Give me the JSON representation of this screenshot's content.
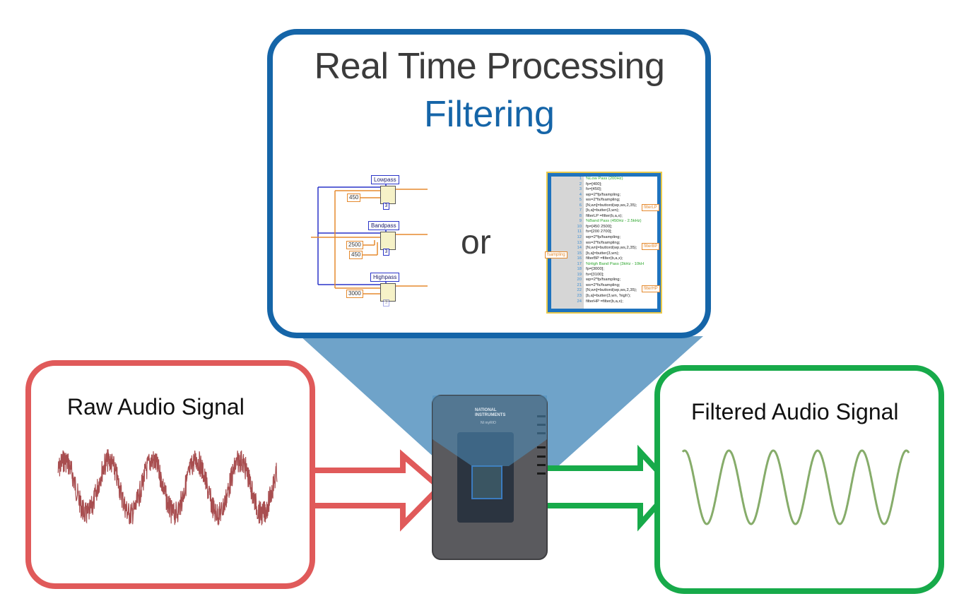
{
  "header": {
    "title": "Real Time Processing",
    "subtitle": "Filtering"
  },
  "colors": {
    "processing_border": "#1565a8",
    "projection_fill": "#4f8fbd",
    "raw_border": "#e05a5a",
    "raw_wave": "#a84e50",
    "filtered_border": "#17aa4a",
    "filtered_wave": "#86ac6a",
    "device_body": "#555558"
  },
  "separator_text": "or",
  "labview_diagram": {
    "filters": [
      {
        "type_label": "Lowpass",
        "constants": [
          "450"
        ],
        "order": "3"
      },
      {
        "type_label": "Bandpass",
        "constants": [
          "2500",
          "450"
        ],
        "order": "3"
      },
      {
        "type_label": "Highpass",
        "constants": [
          "3000"
        ],
        "order": "3"
      }
    ]
  },
  "code_block": {
    "line_numbers": [
      "1",
      "2",
      "3",
      "4",
      "5",
      "6",
      "7",
      "8",
      "9",
      "10",
      "11",
      "12",
      "13",
      "14",
      "15",
      "16",
      "17",
      "18",
      "19",
      "20",
      "21",
      "22",
      "23",
      "24"
    ],
    "lines": [
      {
        "text": "%Low Pass (200Hz)",
        "comment": true
      },
      {
        "text": "fp=[400];",
        "comment": false
      },
      {
        "text": "fs=[450];",
        "comment": false
      },
      {
        "text": "wp=2*fp/fsampling;",
        "comment": false
      },
      {
        "text": "ws=2*fs/fsampling;",
        "comment": false
      },
      {
        "text": "[N,wn]=buttord(wp,ws,2,35);",
        "comment": false
      },
      {
        "text": "[b,a]=butter(3,wn);",
        "comment": false
      },
      {
        "text": "filterLP =filter(b,a,x);",
        "comment": false
      },
      {
        "text": "%Band Pass (450Hz - 2.5kHz)",
        "comment": true
      },
      {
        "text": "fp=[450 2500];",
        "comment": false
      },
      {
        "text": "fs=[200 2700];",
        "comment": false
      },
      {
        "text": "wp=2*fp/fsampling;",
        "comment": false
      },
      {
        "text": "ws=2*fs/fsampling;",
        "comment": false
      },
      {
        "text": "[N,wn]=buttord(wp,ws,2,35);",
        "comment": false
      },
      {
        "text": "[b,a]=butter(3,wn);",
        "comment": false
      },
      {
        "text": "filterBP =filter(b,a,x);",
        "comment": false
      },
      {
        "text": "%High Band Pass (3kHz - 10kH",
        "comment": true
      },
      {
        "text": "fp=[3000];",
        "comment": false
      },
      {
        "text": "fs=[3100];",
        "comment": false
      },
      {
        "text": "wp=2*fp/fsampling;",
        "comment": false
      },
      {
        "text": "ws=2*fs/fsampling;",
        "comment": false
      },
      {
        "text": "[N,wn]=buttord(wp,ws,2,35);",
        "comment": false
      },
      {
        "text": "[b,a]=butter(3,wn, 'high');",
        "comment": false
      },
      {
        "text": "filterHP =filter(b,a,x);",
        "comment": false
      }
    ],
    "input_tag": "fsampling",
    "output_tags": [
      "filterLP",
      "filterBP",
      "filterHP"
    ]
  },
  "device": {
    "brand": "NATIONAL INSTRUMENTS",
    "model": "NI myRIO"
  },
  "raw_panel": {
    "label": "Raw Audio Signal",
    "cycles": 5
  },
  "filtered_panel": {
    "label": "Filtered Audio Signal",
    "cycles": 5
  }
}
